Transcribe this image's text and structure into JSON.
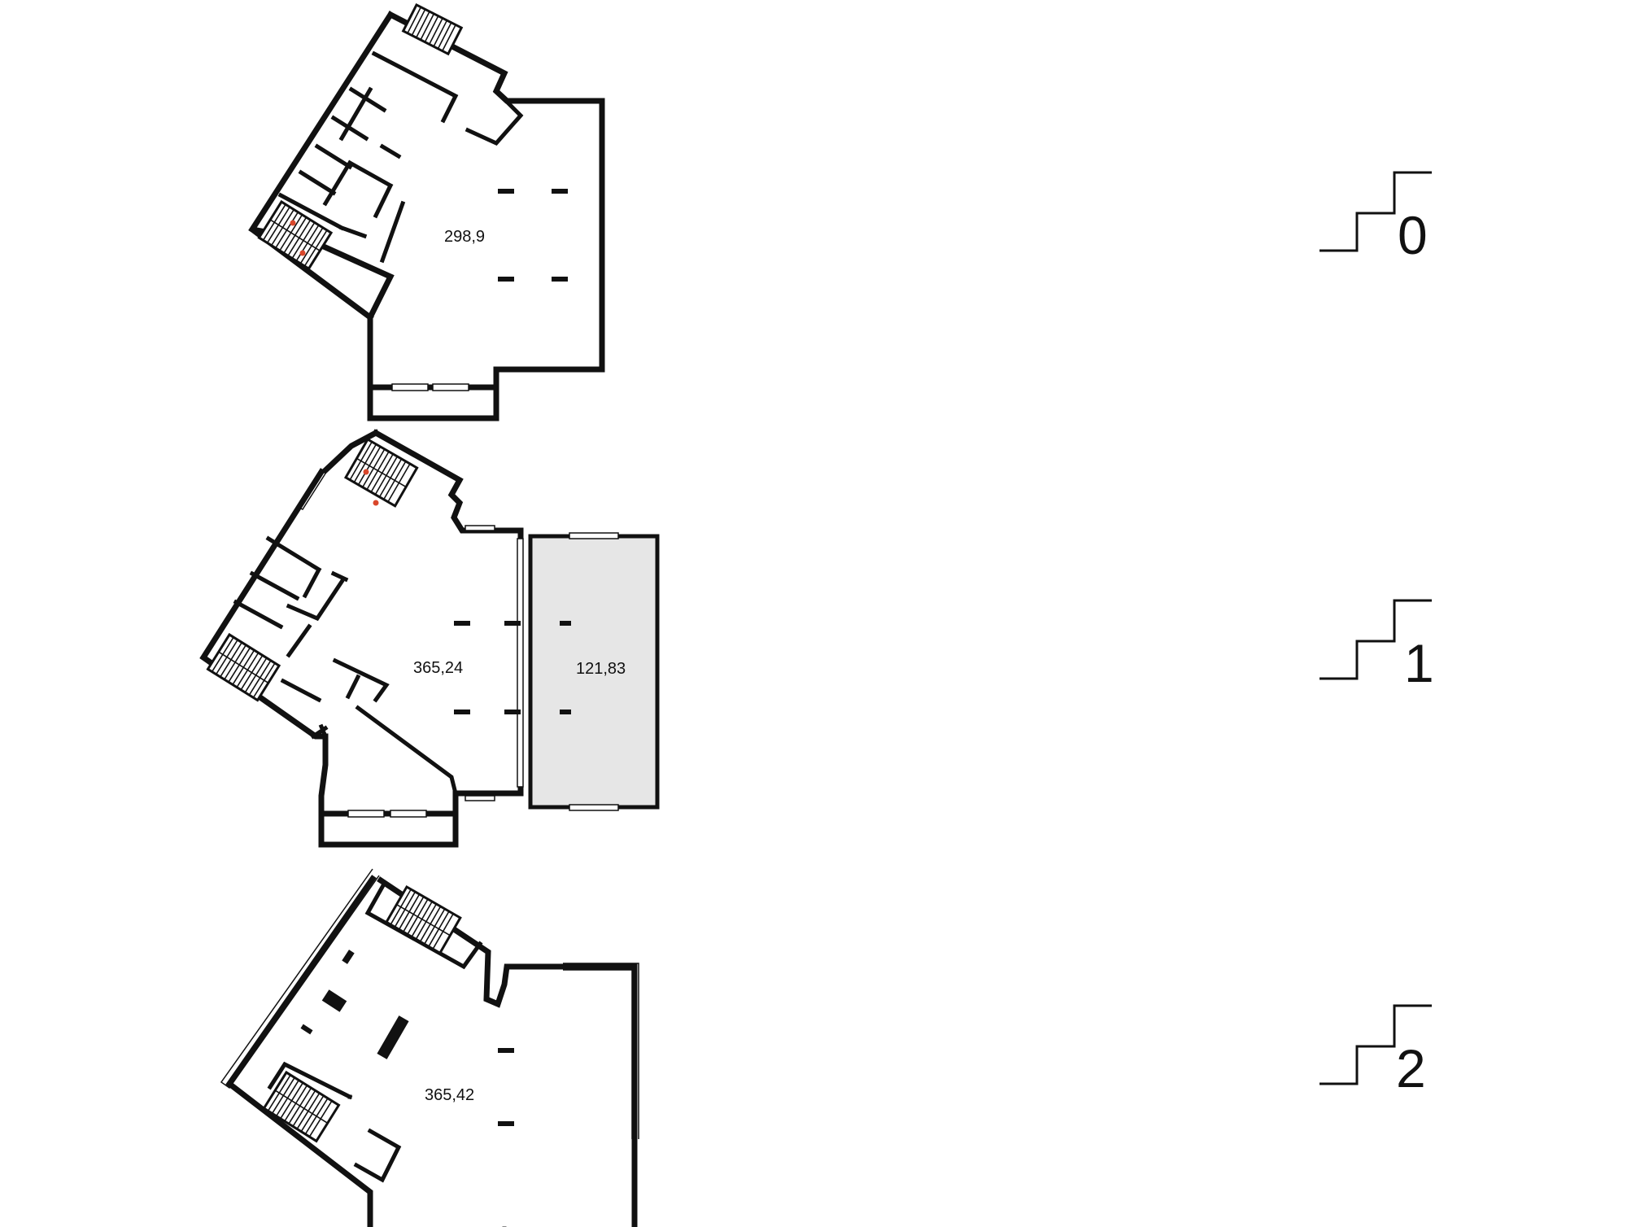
{
  "floors": [
    {
      "level": "0",
      "area": "298,9"
    },
    {
      "level": "1",
      "area": "365,24",
      "terrace_area": "121,83"
    },
    {
      "level": "2",
      "area": "365,42"
    }
  ]
}
